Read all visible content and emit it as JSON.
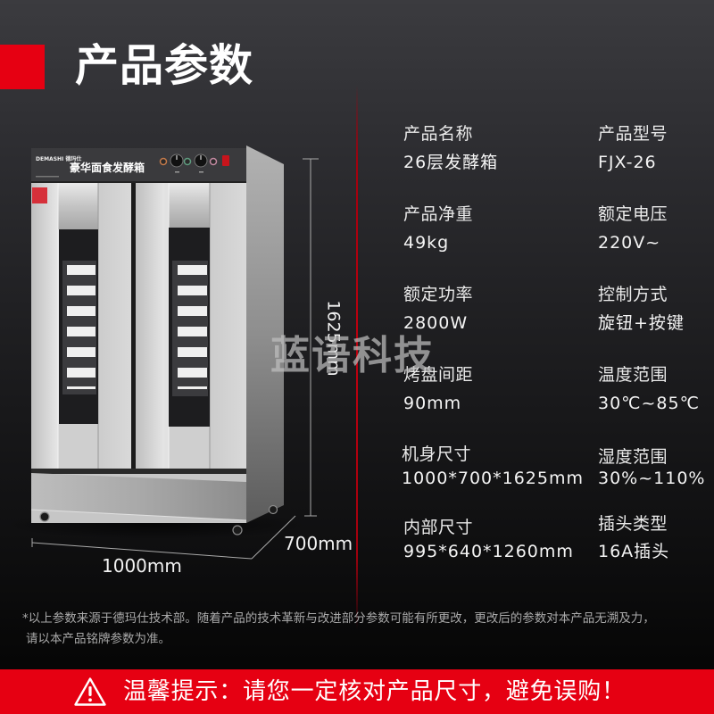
{
  "header": {
    "title": "产品参数",
    "accent_color": "#e60012"
  },
  "product_image": {
    "brand_logo": "DEMASHI 德玛仕",
    "panel_label": "豪华面食发酵箱",
    "tray_count_visible_per_door": 7,
    "dimensions": {
      "height": "1625mm",
      "width": "1000mm",
      "depth": "700mm"
    }
  },
  "watermark": "蓝语科技",
  "specs": {
    "rows": [
      {
        "left": {
          "label": "产品名称",
          "value": "26层发酵箱"
        },
        "right": {
          "label": "产品型号",
          "value": "FJX-26"
        }
      },
      {
        "left": {
          "label": "产品净重",
          "value": "49kg"
        },
        "right": {
          "label": "额定电压",
          "value": "220V~"
        }
      },
      {
        "left": {
          "label": "额定功率",
          "value": "2800W"
        },
        "right": {
          "label": "控制方式",
          "value": "旋钮+按键"
        }
      },
      {
        "left": {
          "label": "烤盘间距",
          "value": "90mm"
        },
        "right": {
          "label": "温度范围",
          "value": "30℃~85℃"
        }
      },
      {
        "left": {
          "label": "机身尺寸",
          "value": "1000*700*1625mm"
        },
        "right": {
          "label": "湿度范围",
          "value": "30%~110%"
        }
      },
      {
        "left": {
          "label": "内部尺寸",
          "value": "995*640*1260mm"
        },
        "right": {
          "label": "插头类型",
          "value": "16A插头"
        }
      }
    ]
  },
  "footnote": {
    "line1": "*以上参数来源于德玛仕技术部。随着产品的技术革新与改进部分参数可能有所更改，更改后的参数对本产品无溯及力，",
    "line2": "请以本产品铭牌参数为准。"
  },
  "warning_bar": {
    "icon": "warning-triangle-icon",
    "text": "温馨提示：请您一定核对产品尺寸，避免误购！",
    "background_color": "#e60012"
  }
}
